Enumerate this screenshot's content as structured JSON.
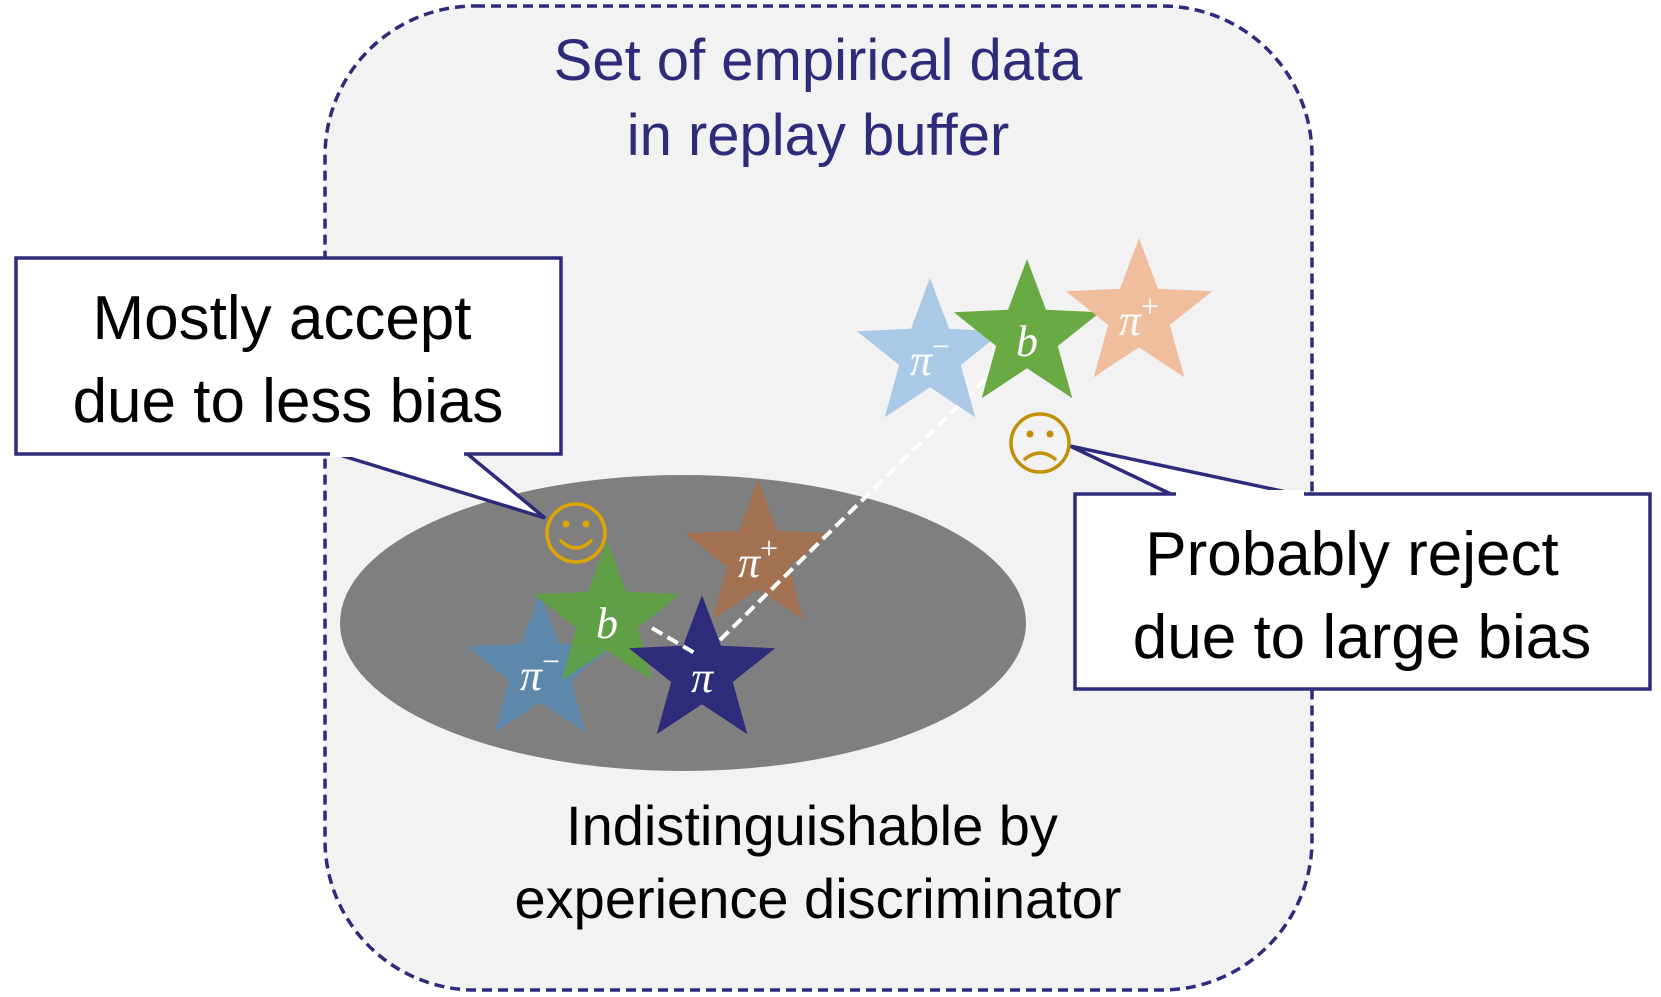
{
  "buffer": {
    "title_line1": "Set of empirical data",
    "title_line2": "in replay buffer",
    "border_color": "#2e2b7a",
    "fill_color": "#f2f2f2"
  },
  "region": {
    "caption_line1": "Indistinguishable by",
    "caption_line2": "experience discriminator",
    "fill_color": "#7f7f7f"
  },
  "callouts": {
    "accept": {
      "line1": "Mostly accept",
      "line2": "due to less bias",
      "emoji": "☺",
      "emoji_name": "smiley-face-icon"
    },
    "reject": {
      "line1": "Probably reject",
      "line2": "due to large bias",
      "emoji": "☹",
      "emoji_name": "frowning-face-icon"
    }
  },
  "stars": {
    "inner": [
      {
        "id": "pi-minus-inner",
        "label": "π",
        "sup": "−",
        "color": "#5e88ab"
      },
      {
        "id": "b-inner",
        "label": "b",
        "sup": "",
        "color": "#5ea341"
      },
      {
        "id": "pi-plus-inner",
        "label": "π",
        "sup": "+",
        "color": "#a5704c"
      },
      {
        "id": "pi-inner",
        "label": "π",
        "sup": "",
        "color": "#2e2b7a"
      }
    ],
    "outer": [
      {
        "id": "pi-minus-outer",
        "label": "π",
        "sup": "−",
        "color": "#a9c9e6"
      },
      {
        "id": "b-outer",
        "label": "b",
        "sup": "",
        "color": "#6aaa42"
      },
      {
        "id": "pi-plus-outer",
        "label": "π",
        "sup": "+",
        "color": "#f0bb98"
      }
    ]
  },
  "colors": {
    "accent": "#2e2b7a",
    "emoji": "#e0a400",
    "emoji_sad": "#c29008",
    "star_text": "#ffffff"
  }
}
